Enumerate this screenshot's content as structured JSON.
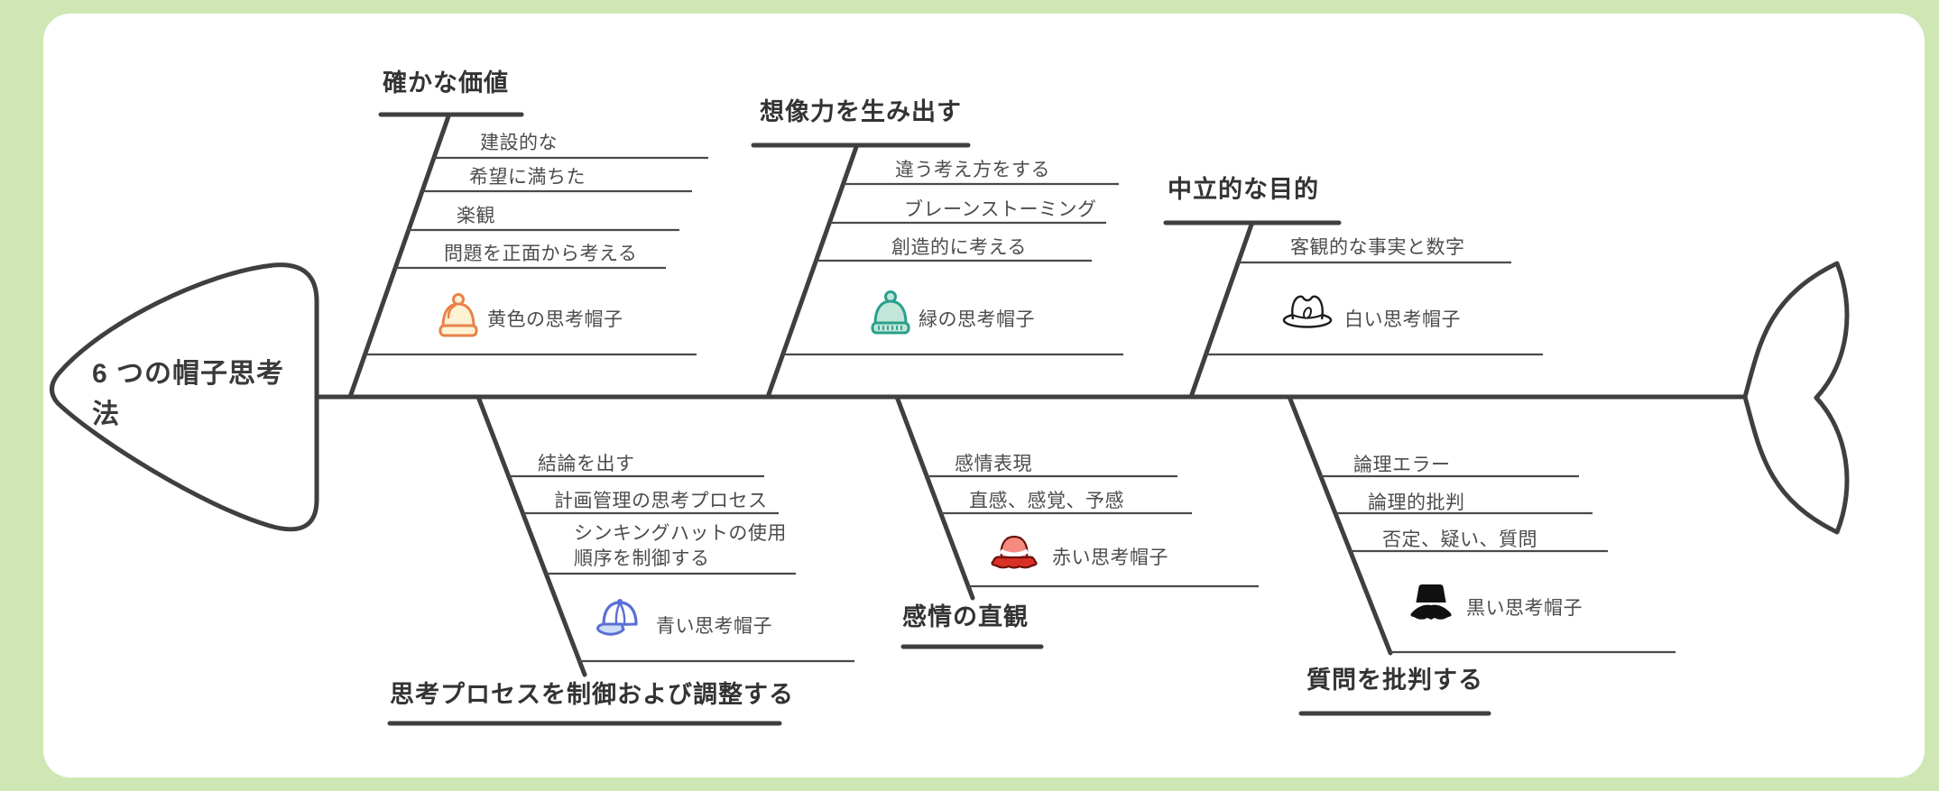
{
  "diagram": {
    "type": "fishbone-mind-map",
    "title": "6 つの帽子思考法"
  },
  "colors": {
    "background": "#cfe7b4",
    "canvas": "#ffffff",
    "line": "#3f3f3f",
    "item_text": "#4c4c4c",
    "header_text": "#333333"
  },
  "branches": [
    {
      "position": "top-left",
      "label": "確かな価値",
      "items": [
        "建設的な",
        "希望に満ちた",
        "楽観",
        "問題を正面から考える"
      ],
      "hat": {
        "label": "黄色の思考帽子",
        "icon": "yellow-knit-hat-icon",
        "color": "#e8824b"
      }
    },
    {
      "position": "top-middle",
      "label": "想像力を生み出す",
      "items": [
        "違う考え方をする",
        "ブレーンストーミング",
        "創造的に考える"
      ],
      "hat": {
        "label": "緑の思考帽子",
        "icon": "green-knit-hat-icon",
        "color": "#2aa08c"
      }
    },
    {
      "position": "top-right",
      "label": "中立的な目的",
      "items": [
        "客観的な事実と数字"
      ],
      "hat": {
        "label": "白い思考帽子",
        "icon": "white-fedora-hat-icon",
        "color": "#1c1c1c"
      }
    },
    {
      "position": "bottom-left",
      "label": "思考プロセスを制御および調整する",
      "items": [
        "結論を出す",
        "計画管理の思考プロセス",
        "シンキングハットの使用順序を制御する"
      ],
      "hat": {
        "label": "青い思考帽子",
        "icon": "blue-cap-hat-icon",
        "color": "#5b6fd6"
      }
    },
    {
      "position": "bottom-middle",
      "label": "感情の直観",
      "items": [
        "感情表現",
        "直感、感覚、予感"
      ],
      "hat": {
        "label": "赤い思考帽子",
        "icon": "red-sun-hat-icon",
        "color": "#d93025"
      }
    },
    {
      "position": "bottom-right",
      "label": "質問を批判する",
      "items": [
        "論理エラー",
        "論理的批判",
        "否定、疑い、質問"
      ],
      "hat": {
        "label": "黒い思考帽子",
        "icon": "black-bucket-hat-icon",
        "color": "#111111"
      }
    }
  ]
}
